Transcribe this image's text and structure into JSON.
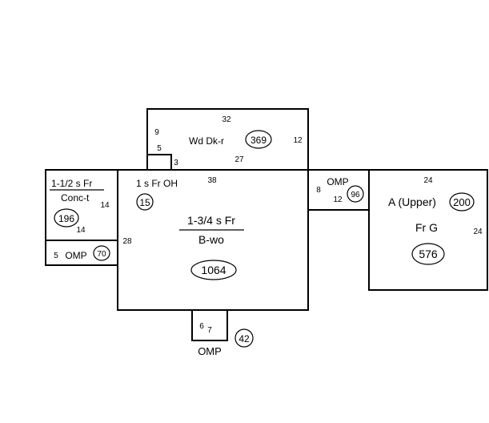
{
  "sketch": {
    "wood_deck": {
      "top_dim": "32",
      "left_dim": "9",
      "label": "Wd Dk-r",
      "area": "369",
      "right_dim": "12",
      "bottom_dim": "27",
      "notch_dim_a": "5",
      "notch_dim_b": "3"
    },
    "left_wing": {
      "story_label": "1-1/2 s Fr",
      "foundation_label": "Conc-t",
      "area": "196",
      "right_dim": "14",
      "bottom_dim": "14"
    },
    "left_porch": {
      "dim": "5",
      "label": "OMP",
      "area": "70"
    },
    "main_house": {
      "overhang_label": "1 s Fr OH",
      "overhang_area": "15",
      "top_dim": "38",
      "left_dim": "28",
      "story_label": "1-3/4 s Fr",
      "foundation_label": "B-wo",
      "area": "1064"
    },
    "right_porch": {
      "label": "OMP",
      "left_dim": "8",
      "bottom_dim": "12",
      "area": "96"
    },
    "garage": {
      "top_dim": "24",
      "upper_label": "A  (Upper)",
      "upper_area": "200",
      "label": "Fr G",
      "area": "576",
      "right_dim": "24"
    },
    "bottom_porch": {
      "dim_a": "6",
      "dim_b": "7",
      "label": "OMP",
      "area": "42"
    }
  }
}
